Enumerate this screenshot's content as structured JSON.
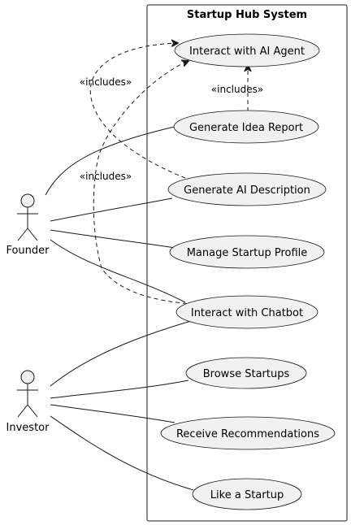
{
  "system": {
    "title": "Startup Hub System"
  },
  "actors": {
    "founder": "Founder",
    "investor": "Investor"
  },
  "use_cases": {
    "ai_agent": "Interact with AI Agent",
    "idea_report": "Generate Idea Report",
    "ai_description": "Generate AI Description",
    "manage_profile": "Manage Startup Profile",
    "chatbot": "Interact with Chatbot",
    "browse": "Browse Startups",
    "recommendations": "Receive Recommendations",
    "like": "Like a Startup"
  },
  "relations": {
    "includes_1": "«includes»",
    "includes_2": "«includes»",
    "includes_3": "«includes»"
  }
}
